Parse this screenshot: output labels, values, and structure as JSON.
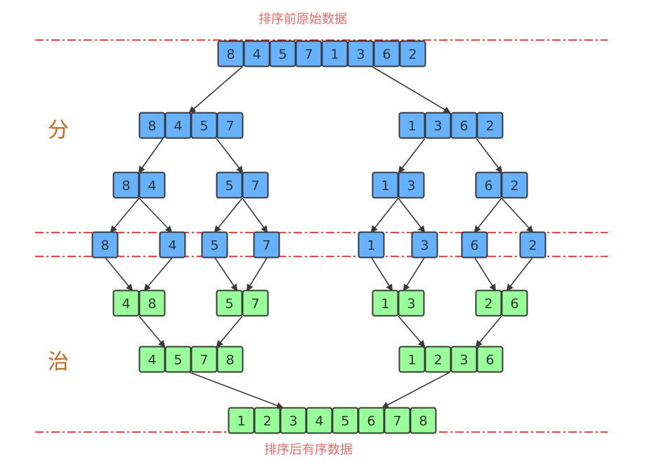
{
  "title_top": "排序前原始数据",
  "title_bottom": "排序后有序数据",
  "phase_divide": "分",
  "phase_conquer": "治",
  "colors": {
    "split": "#66b2ff",
    "merge": "#99ff99",
    "dash": "#ff0000",
    "stroke": "#3a3a3a",
    "label": "#f06a6a",
    "phase": "#c8691c"
  },
  "levels": [
    {
      "kind": "split",
      "groups": [
        [
          8,
          4,
          5,
          7,
          1,
          3,
          6,
          2
        ]
      ]
    },
    {
      "kind": "split",
      "groups": [
        [
          8,
          4,
          5,
          7
        ],
        [
          1,
          3,
          6,
          2
        ]
      ]
    },
    {
      "kind": "split",
      "groups": [
        [
          8,
          4
        ],
        [
          5,
          7
        ],
        [
          1,
          3
        ],
        [
          6,
          2
        ]
      ]
    },
    {
      "kind": "split",
      "groups": [
        [
          8
        ],
        [
          4
        ],
        [
          5
        ],
        [
          7
        ],
        [
          1
        ],
        [
          3
        ],
        [
          6
        ],
        [
          2
        ]
      ]
    },
    {
      "kind": "merge",
      "groups": [
        [
          4,
          8
        ],
        [
          5,
          7
        ],
        [
          1,
          3
        ],
        [
          2,
          6
        ]
      ]
    },
    {
      "kind": "merge",
      "groups": [
        [
          4,
          5,
          7,
          8
        ],
        [
          1,
          2,
          3,
          6
        ]
      ]
    },
    {
      "kind": "merge",
      "groups": [
        [
          1,
          2,
          3,
          4,
          5,
          6,
          7,
          8
        ]
      ]
    }
  ]
}
